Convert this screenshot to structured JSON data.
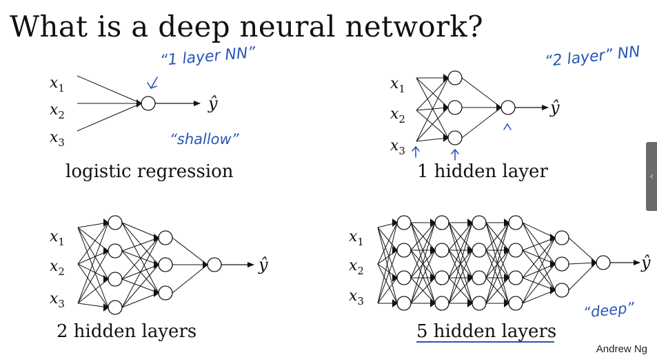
{
  "title": "What is a deep neural network?",
  "captions": {
    "logistic": "logistic regression",
    "one_hidden": "1 hidden layer",
    "two_hidden": "2 hidden layers",
    "five_hidden": "5 hidden layers"
  },
  "annotations": {
    "one_layer_nn": "“1 layer NN”",
    "two_layer_nn": "“2 layer” NN",
    "shallow": "“shallow”",
    "deep": "“deep”"
  },
  "input_labels": [
    "x1",
    "x2",
    "x3"
  ],
  "output_label": "ŷ",
  "credit": "Andrew Ng",
  "scroll_tab_icon": "‹",
  "colors": {
    "ink": "#2855b8",
    "line": "#111111"
  }
}
